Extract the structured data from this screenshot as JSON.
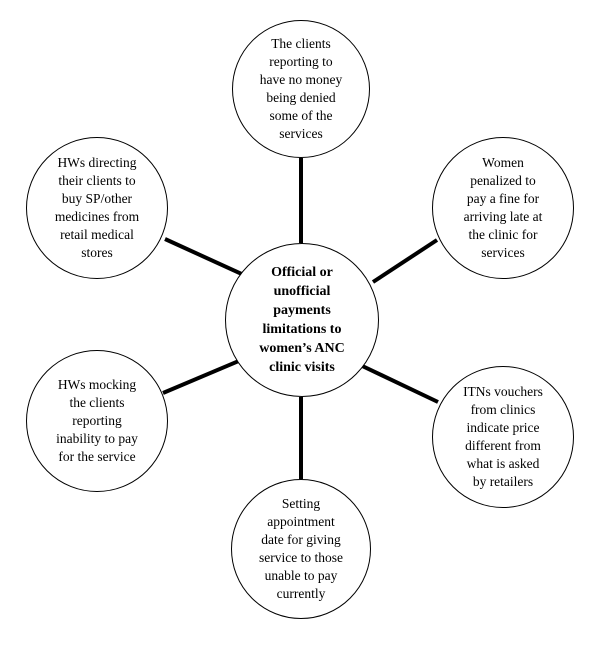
{
  "diagram": {
    "center": {
      "label": "Official or\nunofficial\npayments\nlimitations to\nwomen’s ANC\nclinic visits"
    },
    "nodes": [
      {
        "id": "top",
        "label": "The clients\nreporting to\nhave no money\nbeing denied\nsome of the\nservices"
      },
      {
        "id": "top-left",
        "label": "HWs directing\ntheir clients to\nbuy SP/other\nmedicines from\nretail medical\nstores"
      },
      {
        "id": "top-right",
        "label": "Women\npenalized to\npay a fine for\narriving late at\nthe clinic for\nservices"
      },
      {
        "id": "bottom-left",
        "label": "HWs mocking\nthe clients\nreporting\ninability to pay\nfor the service"
      },
      {
        "id": "bottom-right",
        "label": "ITNs vouchers\nfrom clinics\nindicate price\ndifferent from\nwhat is asked\nby retailers"
      },
      {
        "id": "bottom",
        "label": "Setting\nappointment\ndate for giving\nservice to those\nunable to pay\ncurrently"
      }
    ]
  }
}
